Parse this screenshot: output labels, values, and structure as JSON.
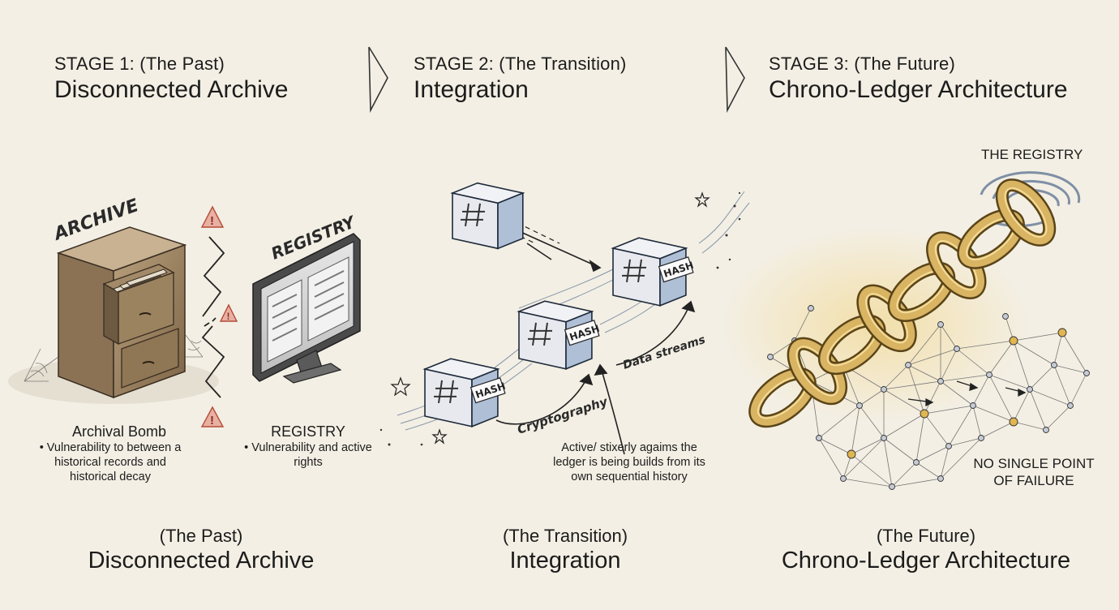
{
  "stages": [
    {
      "label": "STAGE 1: (The Past)",
      "title": "Disconnected Archive"
    },
    {
      "label": "STAGE 2: (The Transition)",
      "title": "Integration"
    },
    {
      "label": "STAGE 3: (The Future)",
      "title": "Chrono-Ledger Architecture"
    }
  ],
  "stage1": {
    "archive_tag": "ARCHIVE",
    "registry_tag": "REGISTRY",
    "archival_bomb": {
      "heading": "Archival Bomb",
      "text": "• Vulnerability to between a historical records and historical decay"
    },
    "registry": {
      "heading": "REGISTRY",
      "text": "• Vulnerability and active rights"
    }
  },
  "stage2": {
    "hash_label": "HASH",
    "cryptography_label": "Cryptography",
    "data_streams_label": "Data streams",
    "note": "Active/ stixerly agaims the ledger is being builds from its own sequential history"
  },
  "stage3": {
    "registry_label": "THE REGISTRY",
    "no_single_point": "NO SINGLE POINT OF FAILURE"
  },
  "captions": [
    {
      "sub": "(The Past)",
      "title": "Disconnected Archive"
    },
    {
      "sub": "(The Transition)",
      "title": "Integration"
    },
    {
      "sub": "(The Future)",
      "title": "Chrono-Ledger Architecture"
    }
  ],
  "colors": {
    "paper": "#f3efe4",
    "ink": "#1c1c1c",
    "warning": "#d97d6a",
    "gold": "#d9b25c",
    "blue_wash": "#8fa8c8",
    "wood": "#a89070"
  }
}
